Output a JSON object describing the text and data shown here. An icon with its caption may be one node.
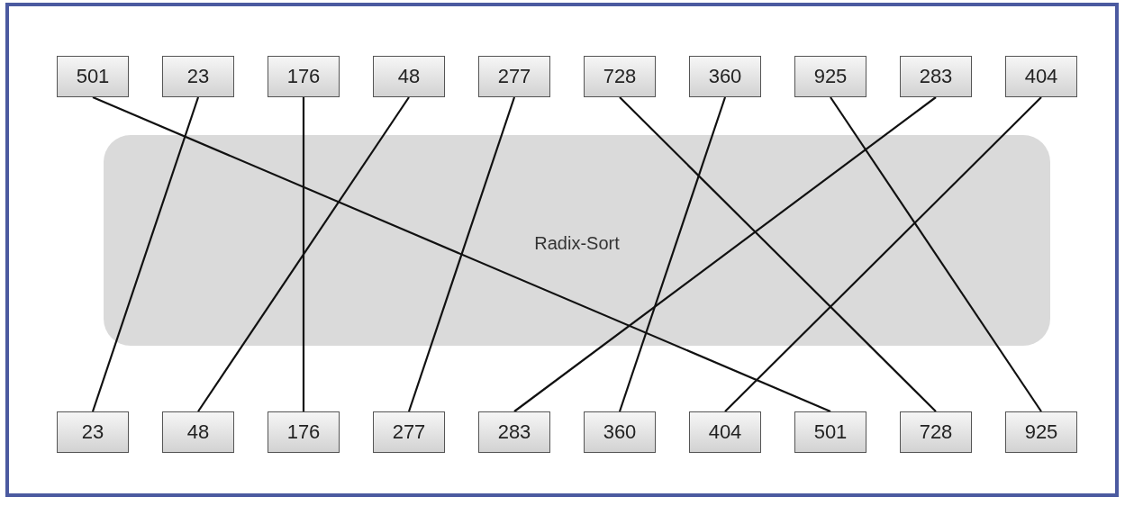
{
  "diagram": {
    "nodes": [
      {
        "text": [
          "501"
        ]
      },
      {
        "text": [
          "23"
        ]
      },
      {
        "text": [
          "176"
        ]
      },
      {
        "text": [
          "48"
        ]
      },
      {
        "text": [
          "277"
        ]
      },
      {
        "text": [
          "728"
        ]
      },
      {
        "text": [
          "360"
        ]
      },
      {
        "text": [
          "925"
        ]
      },
      {
        "text": [
          "283"
        ]
      },
      {
        "text": [
          "404"
        ]
      },
      {
        "text": [
          "23"
        ]
      },
      {
        "text": [
          "48"
        ]
      },
      {
        "text": [
          "176"
        ]
      },
      {
        "text": [
          "277"
        ]
      },
      {
        "text": [
          "283"
        ]
      },
      {
        "text": [
          "360"
        ]
      },
      {
        "text": [
          "404"
        ]
      },
      {
        "text": [
          "501"
        ]
      },
      {
        "text": [
          "728"
        ]
      },
      {
        "text": [
          "925"
        ]
      }
    ],
    "edges": [
      {
        "from": 0,
        "to": 17,
        "arrow": "none"
      },
      {
        "from": 1,
        "to": 10,
        "arrow": "none"
      },
      {
        "from": 2,
        "to": 12,
        "arrow": "none"
      },
      {
        "from": 3,
        "to": 11,
        "arrow": "none"
      },
      {
        "from": 4,
        "to": 13,
        "arrow": "none"
      },
      {
        "from": 5,
        "to": 18,
        "arrow": "none"
      },
      {
        "from": 6,
        "to": 15,
        "arrow": "none"
      },
      {
        "from": 7,
        "to": 19,
        "arrow": "none"
      },
      {
        "from": 8,
        "to": 14,
        "arrow": "none"
      },
      {
        "from": 9,
        "to": 16,
        "arrow": "none"
      }
    ],
    "labels": [
      "Radix-Sort"
    ]
  }
}
